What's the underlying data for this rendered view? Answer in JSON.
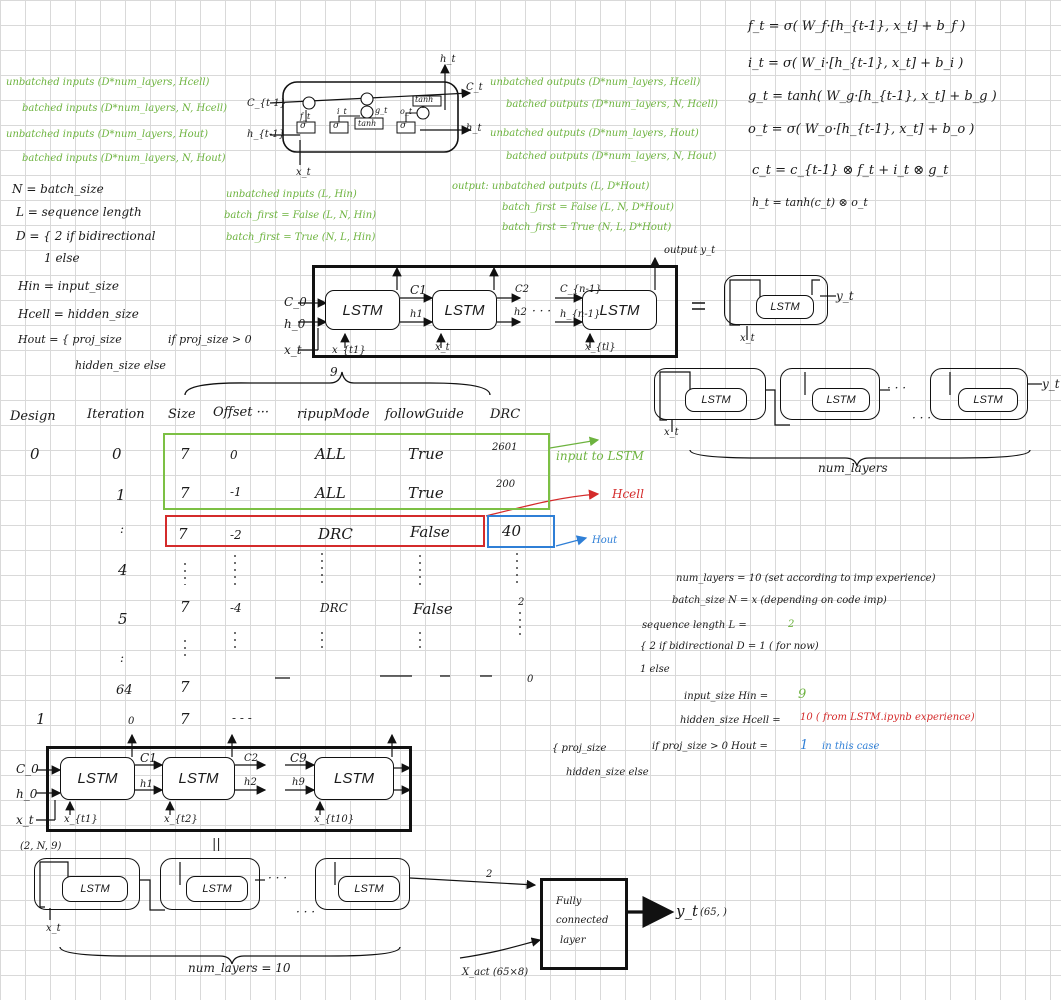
{
  "equations": {
    "ft": "f_t = σ( W_f·[h_{t-1}, x_t] + b_f )",
    "it": "i_t = σ( W_i·[h_{t-1}, x_t] + b_i )",
    "gt": "g_t = tanh( W_g·[h_{t-1}, x_t] + b_g )",
    "ot": "o_t = σ( W_o·[h_{t-1}, x_t] + b_o )",
    "ct": "c_t = c_{t-1} ⊗ f_t + i_t ⊗ g_t",
    "htq": "h_t = tanh(c_t) ⊗ o_t"
  },
  "cell": {
    "c_prev": "C_{t-1}",
    "h_prev": "h_{t-1}",
    "x_in": "x_t",
    "c_out": "C_t",
    "h_out": "h_t",
    "h_top": "h_t",
    "f": "f_t",
    "i": "i_t",
    "g": "g_t",
    "o": "o_t",
    "tanh": "tanh",
    "sigma": "σ"
  },
  "inputs_notes": [
    "unbatched inputs (D*num_layers, Hcell)",
    "batched inputs (D*num_layers, N, Hcell)",
    "unbatched inputs (D*num_layers, Hout)",
    "batched inputs (D*num_layers, N, Hout)"
  ],
  "outputs_notes": [
    "unbatched outputs (D*num_layers, Hcell)",
    "batched outputs (D*num_layers, N, Hcell)",
    "unbatched outputs (D*num_layers, Hout)",
    "batched outputs (D*num_layers, N, Hout)"
  ],
  "input_shapes": [
    "unbatched inputs (L, Hin)",
    "batch_first = False (L, N, Hin)",
    "batch_first = True (N, L, Hin)"
  ],
  "output_shapes": [
    "output: unbatched outputs (L, D*Hout)",
    "batch_first = False (L, N, D*Hout)",
    "batch_first = True (N, L, D*Hout)"
  ],
  "definitions": {
    "N": "N = batch_size",
    "L": "L = sequence length",
    "D1": "D = { 2 if bidirectional",
    "D2": "1 else",
    "Hin": "Hin = input_size",
    "Hcell": "Hcell = hidden_size",
    "Hout1": "Hout = { proj_size",
    "Hout_if": "if proj_size > 0",
    "Hout2": "hidden_size  else"
  },
  "chain1": {
    "c0": "C_0",
    "h0": "h_0",
    "xt": "x_t",
    "x1": "x_{t1}",
    "x2": "x_t",
    "x3": "x_{tl}",
    "c1": "C1",
    "h1": "h1",
    "c2": "C2",
    "h2": "h2",
    "cn": "C_{n-1}",
    "hn": "h_{n-1}",
    "dots": "· · ·",
    "output": "output y_t",
    "lstm": "LSTM",
    "brace": "9",
    "equals": "="
  },
  "compact": {
    "lstm": "LSTM",
    "yt": "y_t",
    "xt": "x_t"
  },
  "stack1": {
    "lstm": "LSTM",
    "yt": "y_t",
    "xt": "x_t",
    "dots": "· · ·",
    "label": "num_layers"
  },
  "table": {
    "headers": [
      "Design",
      "Iteration",
      "Size",
      "Offset ···",
      "ripupMode",
      "followGuide",
      "DRC"
    ],
    "rows": [
      [
        "0",
        "0",
        "7",
        "0",
        "ALL",
        "True",
        "2601"
      ],
      [
        "",
        "1",
        "7",
        "-1",
        "ALL",
        "True",
        "200"
      ],
      [
        "",
        ":",
        "7",
        "-2",
        "DRC",
        "False",
        "40"
      ],
      [
        "",
        "4",
        ":",
        ":",
        ":",
        ":",
        ":"
      ],
      [
        "",
        "5",
        "7",
        "-4",
        "DRC",
        "False",
        "2"
      ],
      [
        "",
        ":",
        ":",
        ":",
        ":",
        ":",
        ":"
      ],
      [
        "",
        "64",
        "7",
        "",
        "—",
        "—   —",
        "0"
      ],
      [
        "1",
        "0",
        "7",
        "- - -",
        "",
        "",
        ""
      ]
    ]
  },
  "annotations": {
    "input_lstm": "input to LSTM",
    "hcell": "Hcell",
    "hout": "Hout"
  },
  "params": {
    "num_layers": "num_layers = 10 (set according to imp experience)",
    "batch_size": "batch_size N = x (depending on code imp)",
    "seq_len_label": "sequence length L =",
    "seq_len_val": "2",
    "bidir": "{ 2 if bidirectional D = 1 ( for now)",
    "bidir_else": "1 else",
    "input_size_label": "input_size Hin =",
    "input_size_val": "9",
    "hidden_label": "hidden_size Hcell =",
    "hidden_val": "10 ( from LSTM.ipynb experience)",
    "proj": "{ proj_size",
    "proj_if": "if proj_size > 0   Hout =",
    "proj_val": "1",
    "proj_case": "in this case",
    "proj_else": "hidden_size  else"
  },
  "chain2": {
    "c0": "C_0",
    "h0": "h_0",
    "xt": "x_t",
    "x1": "x_{t1}",
    "x2": "x_{t2}",
    "x3": "x_{t10}",
    "c1": "C1",
    "h1": "h1",
    "c2": "C2",
    "h2": "h2",
    "c9": "C9",
    "h9": "h9",
    "lstm": "LSTM",
    "shape": "(2, N, 9)",
    "equals": "||"
  },
  "stack2": {
    "lstm": "LSTM",
    "xt": "x_t",
    "dots": "· · ·",
    "label": "num_layers = 10",
    "out": "2"
  },
  "fc": {
    "label1": "Fully",
    "label2": "connected",
    "label3": "layer",
    "xact": "X_act (65×8)",
    "yt": "y_t",
    "yshape": "(65, )"
  },
  "colors": {
    "green": "#6db33f",
    "red": "#d42b2b",
    "blue": "#2f7fd6",
    "ink": "#1a1a1a"
  }
}
